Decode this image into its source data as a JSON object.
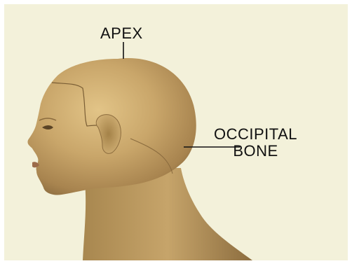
{
  "diagram": {
    "background_color": "#f3f1da",
    "skin_color": "#c9a66a",
    "labels": {
      "apex": "APEX",
      "occipital_line1": "OCCIPITAL",
      "occipital_line2": "BONE"
    }
  }
}
